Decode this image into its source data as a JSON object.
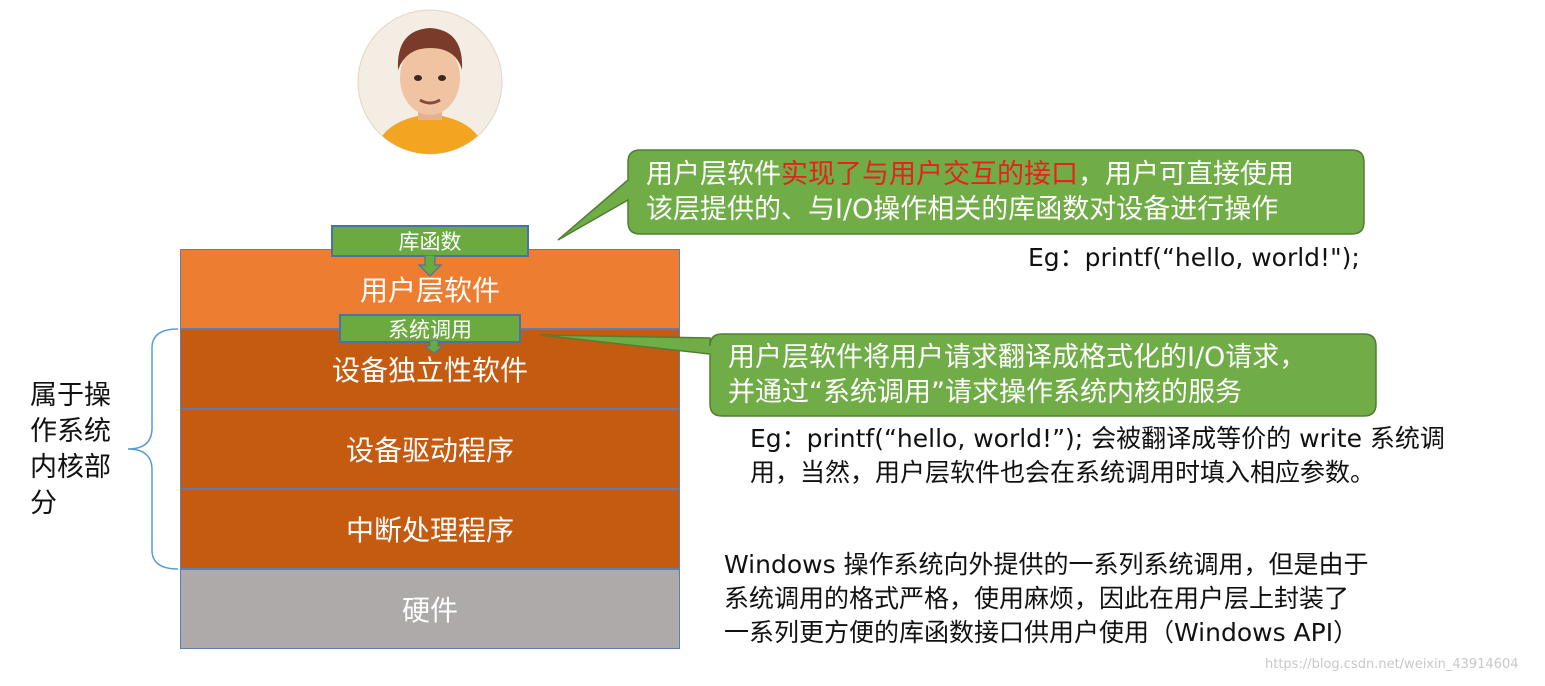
{
  "layers": {
    "user": "用户层软件",
    "device_independent": "设备独立性软件",
    "driver": "设备驱动程序",
    "interrupt": "中断处理程序",
    "hardware": "硬件"
  },
  "tags": {
    "library": "库函数",
    "syscall": "系统调用"
  },
  "brace_label": "属于操作系统内核部分",
  "brace_label_lines": [
    "属于操",
    "作系统",
    "内核部",
    "分"
  ],
  "callout1": {
    "line1_pre": "用户层软件",
    "line1_red": "实现了与用户交互的接口",
    "line1_post": "，用户可直接使用",
    "line2": "该层提供的、与I/O操作相关的库函数对设备进行操作"
  },
  "example1": "Eg：printf(“hello, world!\");",
  "callout2": {
    "line1": "用户层软件将用户请求翻译成格式化的I/O请求，",
    "line2": "并通过“系统调用”请求操作系统内核的服务"
  },
  "example2": {
    "line1": "Eg：printf(“hello, world!”); 会被翻译成等价的 write 系统调",
    "line2": "用，当然，用户层软件也会在系统调用时填入相应参数。"
  },
  "windows_note": {
    "line1": "Windows 操作系统向外提供的一系列系统调用，但是由于",
    "line2": "系统调用的格式严格，使用麻烦，因此在用户层上封装了",
    "line3": "一系列更方便的库函数接口供用户使用（Windows API）"
  },
  "watermark": "https://blog.csdn.net/weixin_43914604",
  "colors": {
    "user_layer": "#ed7d31",
    "kernel_layer": "#c55a11",
    "hardware_layer": "#aeaaaa",
    "callout": "#70ad47",
    "highlight": "#e8211c"
  },
  "icons": [
    "user-avatar-icon"
  ]
}
